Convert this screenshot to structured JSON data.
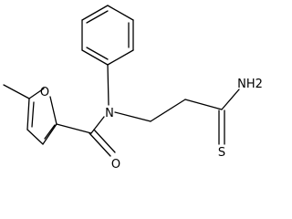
{
  "molecule": {
    "atoms": {
      "furan_oxygen": "O",
      "carbonyl_oxygen": "O",
      "amide_nitrogen": "N",
      "amine": "NH2",
      "thione_sulfur": "S"
    }
  }
}
